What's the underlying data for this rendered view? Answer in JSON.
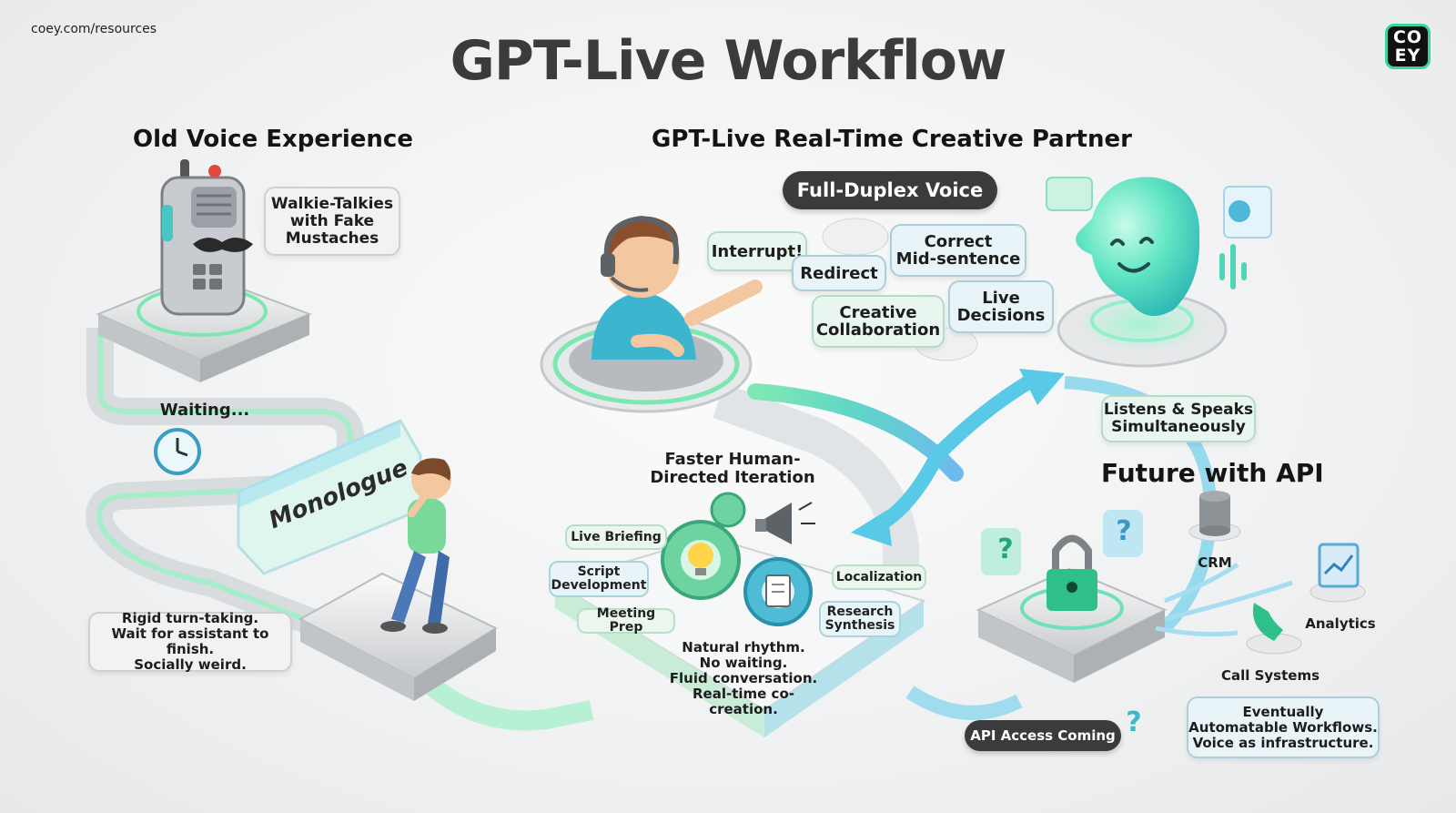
{
  "header": {
    "site_url": "coey.com/resources",
    "title": "GPT-Live Workflow",
    "logo_rows": [
      "CO",
      "EY"
    ]
  },
  "colors": {
    "accent_green": "#5fe0a1",
    "accent_teal": "#47c6c9",
    "accent_blue": "#4fa3e0",
    "dark_pill": "#3b3b3b",
    "title_grey": "#3b3b3b"
  },
  "old": {
    "title": "Old Voice Experience",
    "walkie_bubble": "Walkie-Talkies\nwith Fake\nMustaches",
    "waiting": "Waiting...",
    "monologue": "Monologue",
    "description": "Rigid turn-taking.\nWait for assistant to finish.\nSocially weird.",
    "icons": [
      "walkie-talkie-icon",
      "mustache-icon",
      "clock-icon",
      "thinking-person-icon"
    ]
  },
  "live": {
    "title": "GPT-Live Real-Time Creative Partner",
    "mode_pill": "Full-Duplex Voice",
    "bubbles": {
      "interrupt": "Interrupt!",
      "redirect": "Redirect",
      "correct": "Correct\nMid-sentence",
      "creative": "Creative\nCollaboration",
      "decisions": "Live\nDecisions"
    },
    "listens": "Listens & Speaks\nSimultaneously",
    "iteration_title": "Faster Human-\nDirected Iteration",
    "tags": {
      "briefing": "Live Briefing",
      "script": "Script\nDevelopment",
      "meeting": "Meeting Prep",
      "localization": "Localization",
      "research": "Research\nSynthesis"
    },
    "rhythm": "Natural rhythm.\nNo waiting.\nFluid conversation.\nReal-time co-creation.",
    "icons": [
      "headset-person-icon",
      "ai-blob-icon",
      "gear-icon",
      "lightbulb-icon",
      "megaphone-icon",
      "document-icon"
    ]
  },
  "future": {
    "title": "Future with API",
    "crm": "CRM",
    "analytics": "Analytics",
    "call_systems": "Call Systems",
    "api_pill": "API Access Coming",
    "question_mark": "?",
    "automatable": "Eventually\nAutomatable Workflows.\nVoice as infrastructure.",
    "icons": [
      "lock-icon",
      "database-icon",
      "analytics-icon",
      "phone-icon",
      "question-icon"
    ]
  }
}
